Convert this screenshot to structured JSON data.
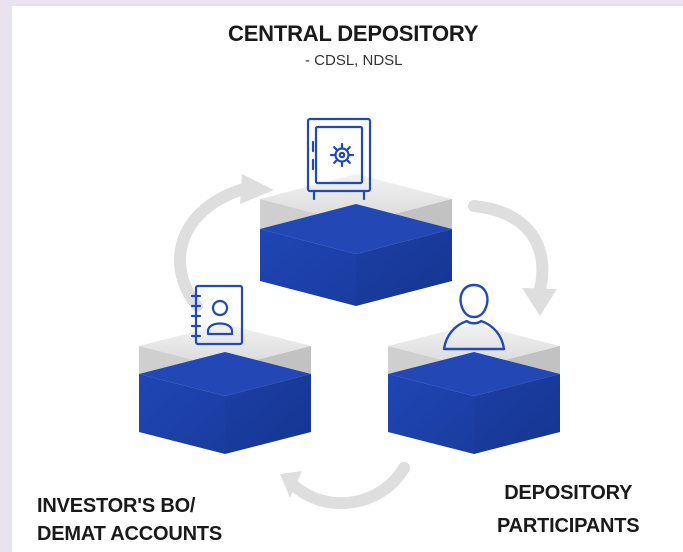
{
  "diagram": {
    "central": {
      "title": "CENTRAL DEPOSITORY",
      "subtitle": "- CDSL, NDSL",
      "icon": "safe-icon"
    },
    "investor": {
      "line1": "INVESTOR'S BO/",
      "line2": "DEMAT ACCOUNTS",
      "icon": "contact-book-icon"
    },
    "participants": {
      "line1": "DEPOSITORY",
      "line2": "PARTICIPANTS",
      "icon": "user-icon"
    },
    "colors": {
      "cube_blue": "#1c3fa8",
      "cube_top": "#e6e6e6",
      "icon_blue": "#2249b8",
      "arrow_gray": "#dedede",
      "frame_lavender": "#e9e2ef"
    }
  }
}
